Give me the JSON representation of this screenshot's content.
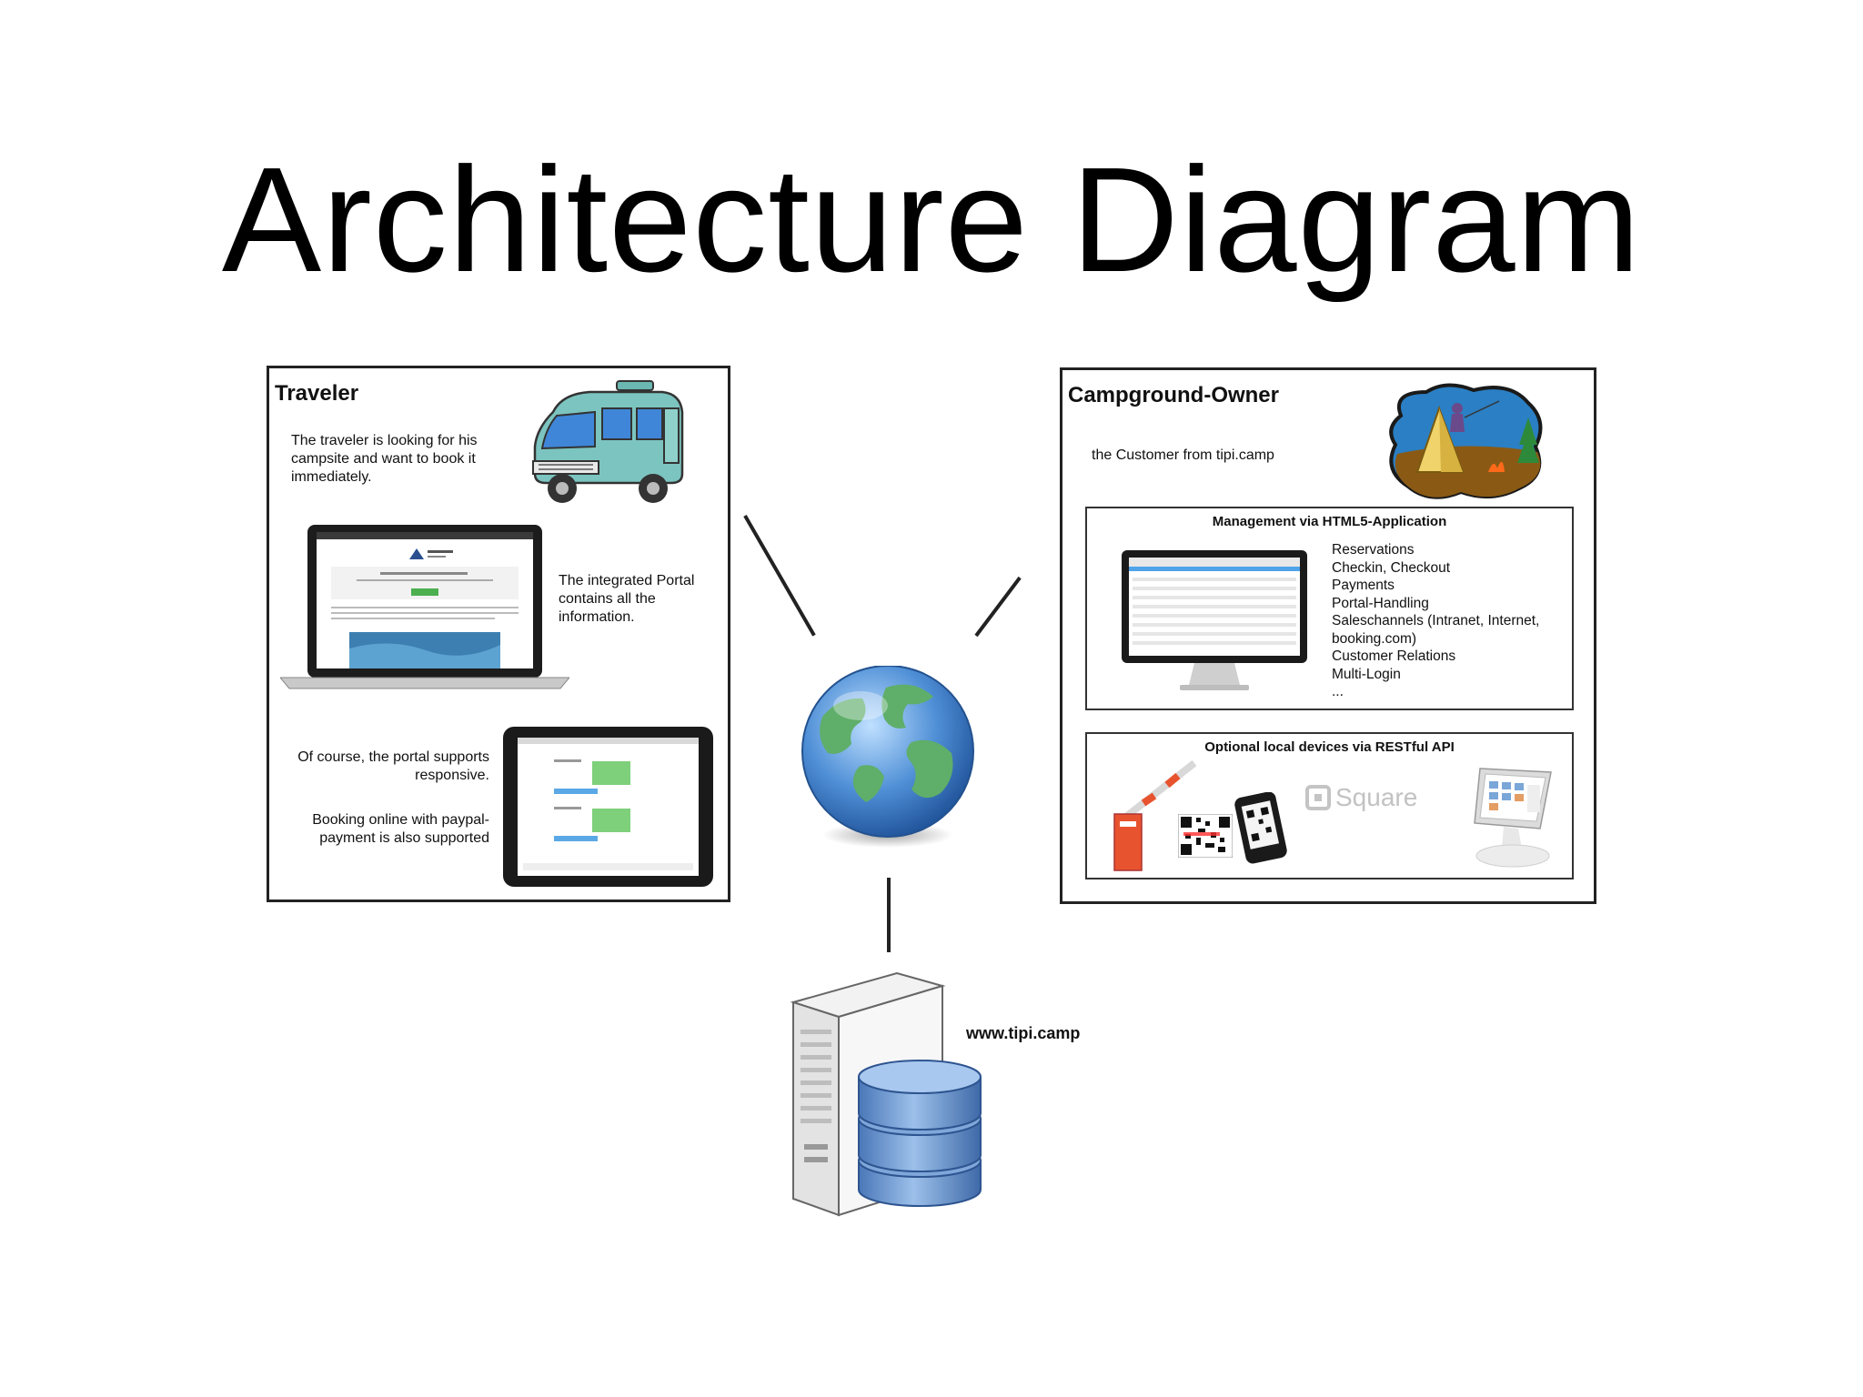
{
  "title": "Architecture Diagram",
  "traveler": {
    "heading": "Traveler",
    "intro": "The traveler is looking for his campsite and want to book it immediately.",
    "portal_text": "The integrated Portal contains all the information.",
    "responsive_text": "Of course, the portal supports responsive.",
    "paypal_text": "Booking online with paypal-payment is also supported"
  },
  "owner": {
    "heading": "Campground-Owner",
    "customer_text": "the Customer from tipi.camp",
    "management": {
      "title": "Management via HTML5-Application",
      "features": [
        "Reservations",
        "Checkin, Checkout",
        "Payments",
        "Portal-Handling",
        "Saleschannels (Intranet, Internet, booking.com)",
        "Customer Relations",
        "Multi-Login",
        "..."
      ]
    },
    "devices": {
      "title": "Optional local devices via RESTful API",
      "square_label": "Square"
    }
  },
  "server": {
    "label": "www.tipi.camp"
  },
  "icons": [
    "campervan-icon",
    "laptop-icon",
    "tablet-icon",
    "campsite-illustration-icon",
    "monitor-icon",
    "barrier-gate-icon",
    "qr-code-icon",
    "smartphone-icon",
    "square-logo-icon",
    "pos-terminal-icon",
    "globe-icon",
    "server-icon",
    "database-icon"
  ],
  "colors": {
    "van": "#7cc4c0",
    "globe_water": "#4f8fd6",
    "globe_land": "#5fae6a",
    "database": "#6f9ad1",
    "button_green": "#4caf50",
    "barrier": "#e8532f"
  }
}
